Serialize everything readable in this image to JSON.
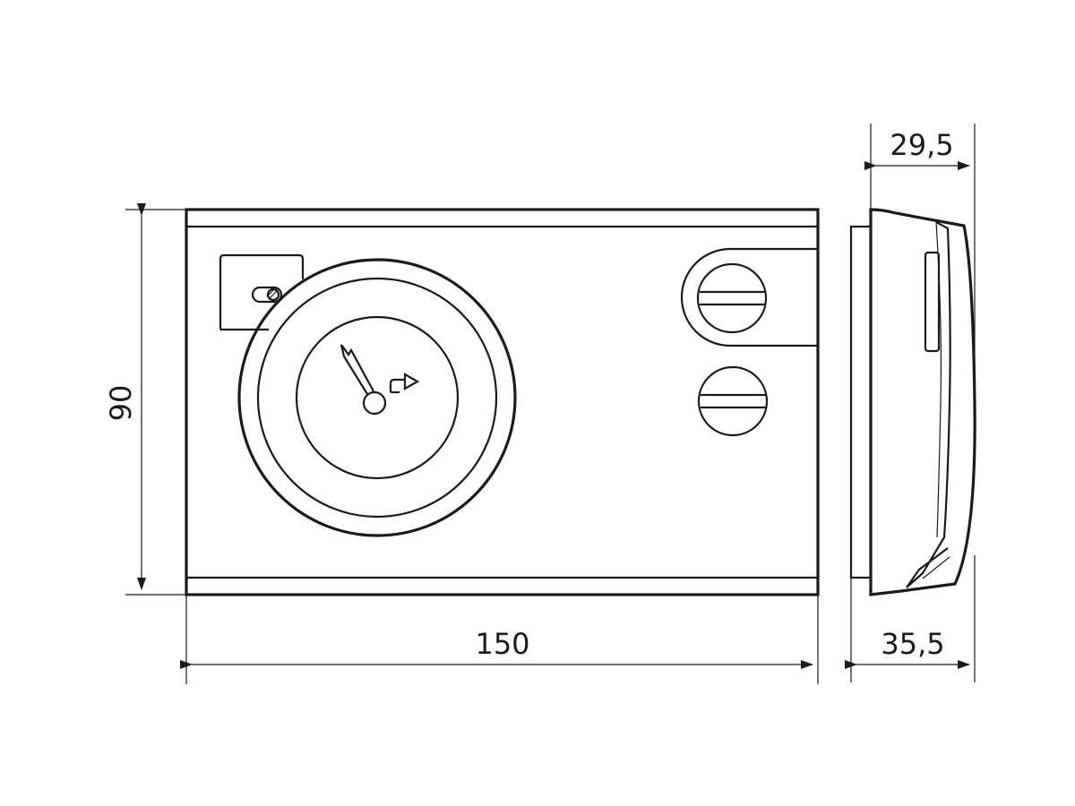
{
  "dimensions": {
    "width_front": "150",
    "height_front": "90",
    "depth_top": "29,5",
    "depth_bottom": "35,5"
  },
  "colors": {
    "line": "#1a1a1a",
    "background": "#ffffff"
  },
  "icons": {
    "switch": "toggle-switch-icon",
    "clock": "clock-hands-icon",
    "screws": "slotted-screw-icon"
  }
}
